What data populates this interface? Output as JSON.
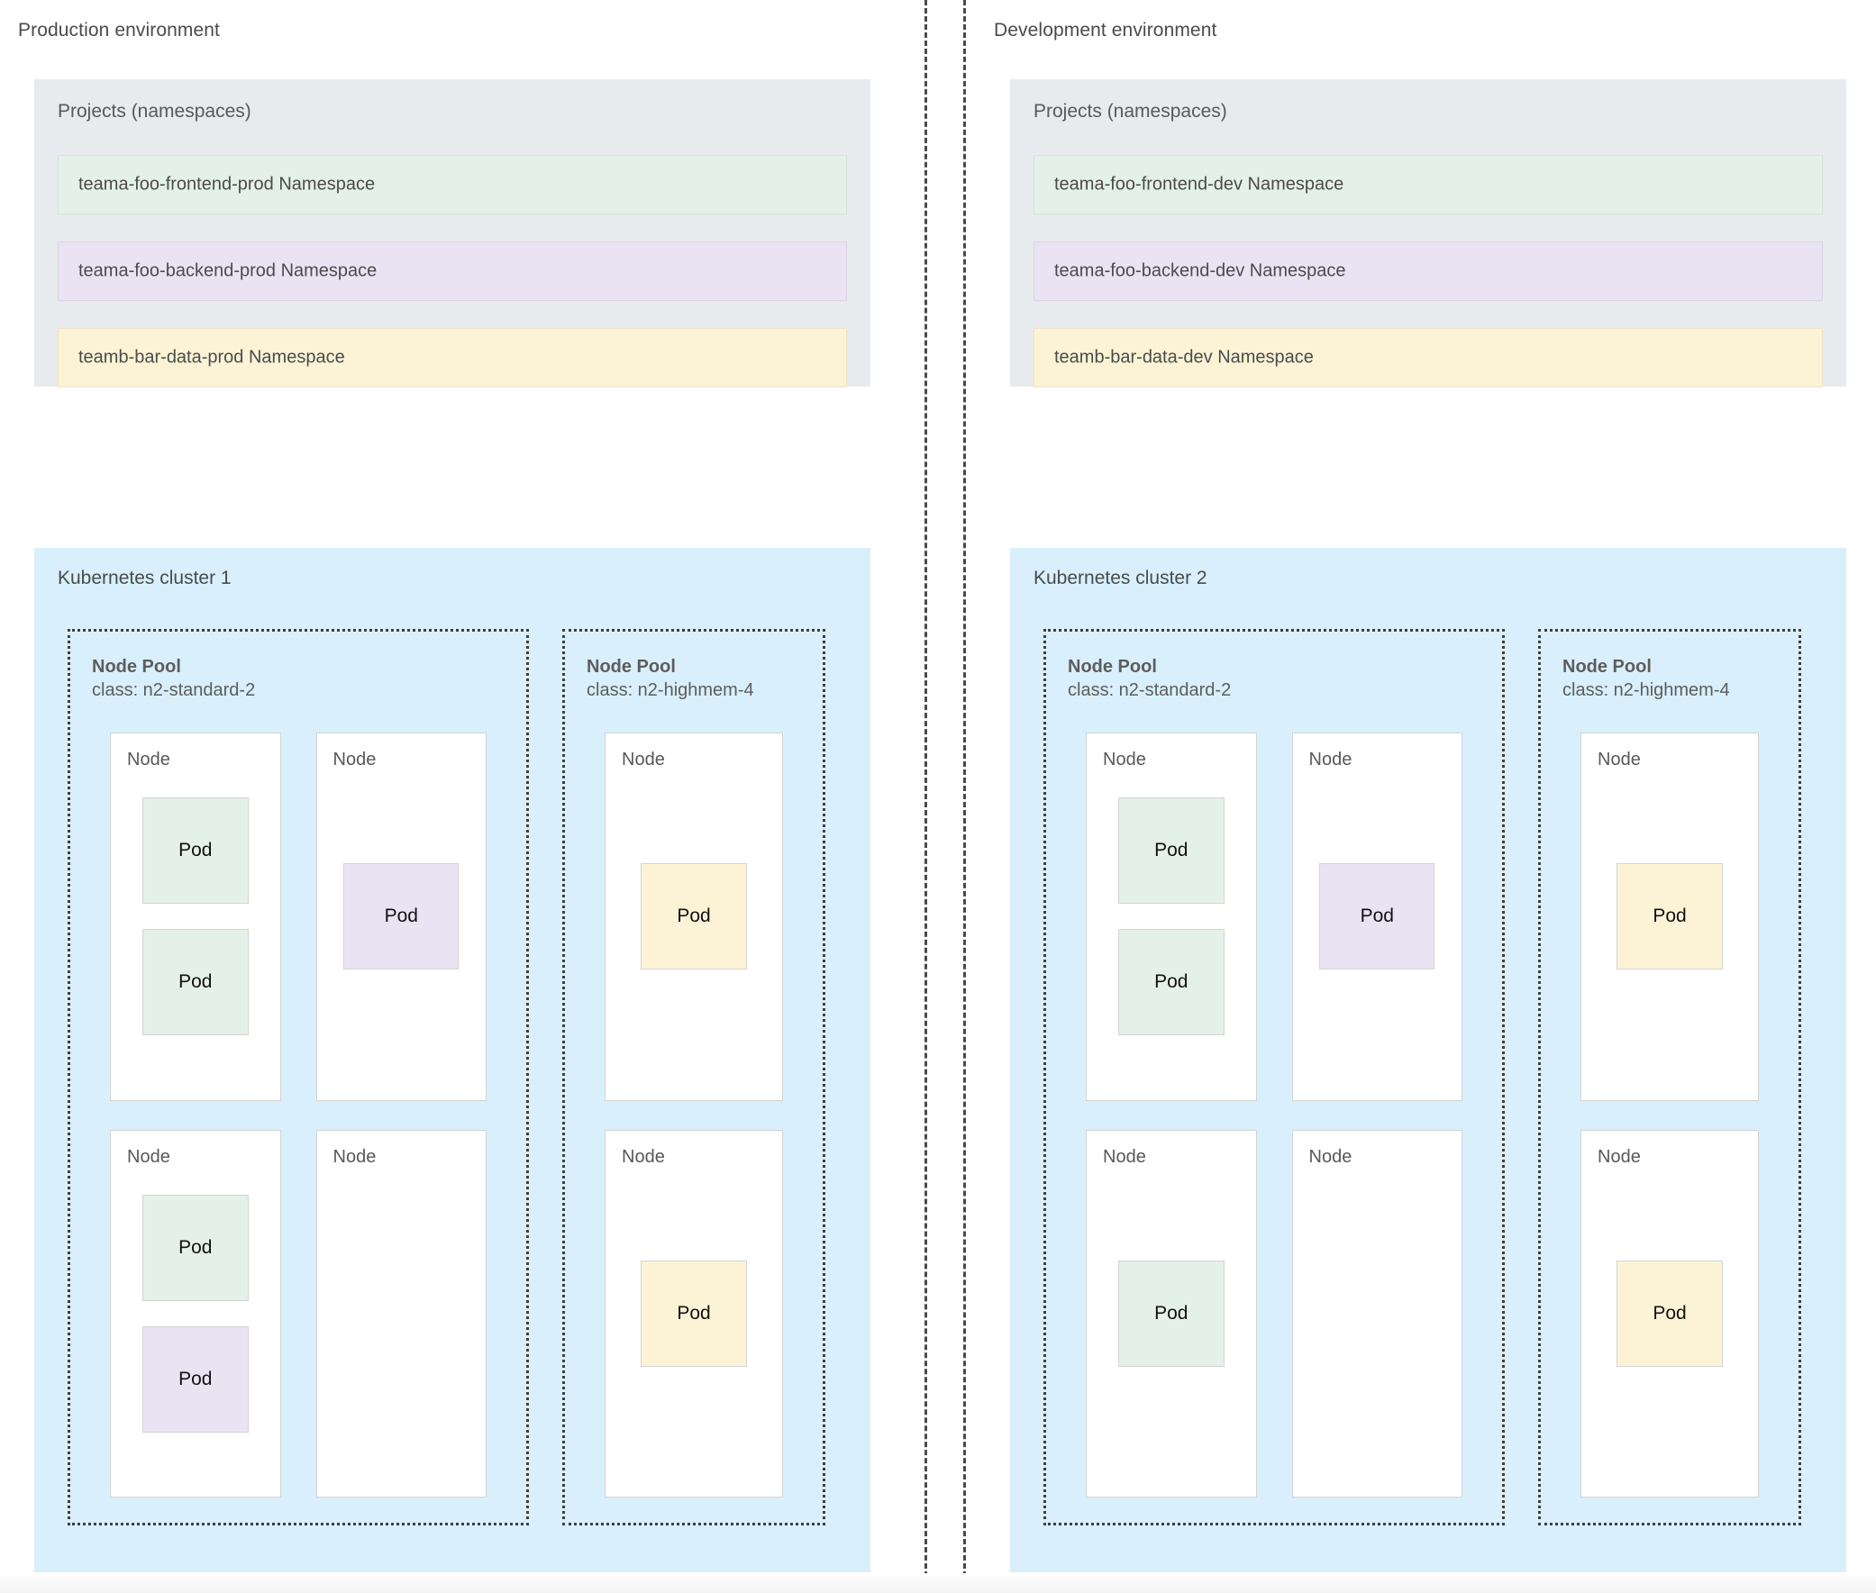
{
  "environments": [
    {
      "title": "Production environment",
      "projects": {
        "title": "Projects (namespaces)",
        "namespaces": [
          {
            "label": "teama-foo-frontend-prod Namespace",
            "color": "green"
          },
          {
            "label": "teama-foo-backend-prod Namespace",
            "color": "purple"
          },
          {
            "label": "teamb-bar-data-prod Namespace",
            "color": "yellow"
          }
        ]
      },
      "cluster": {
        "title": "Kubernetes cluster 1",
        "pools": [
          {
            "name": "Node Pool",
            "class": "class: n2-standard-2",
            "node_label": "Node",
            "rows": [
              [
                {
                  "pods": [
                    "green",
                    "green"
                  ]
                },
                {
                  "pods": [
                    "purple"
                  ]
                }
              ],
              [
                {
                  "pods": [
                    "green",
                    "purple"
                  ]
                },
                {
                  "pods": []
                }
              ]
            ]
          },
          {
            "name": "Node Pool",
            "class": "class: n2-highmem-4",
            "node_label": "Node",
            "rows": [
              [
                {
                  "pods": [
                    "yellow"
                  ]
                }
              ],
              [
                {
                  "pods": [
                    "yellow"
                  ]
                }
              ]
            ]
          }
        ]
      }
    },
    {
      "title": "Development environment",
      "projects": {
        "title": "Projects (namespaces)",
        "namespaces": [
          {
            "label": "teama-foo-frontend-dev Namespace",
            "color": "green"
          },
          {
            "label": "teama-foo-backend-dev Namespace",
            "color": "purple"
          },
          {
            "label": "teamb-bar-data-dev Namespace",
            "color": "yellow"
          }
        ]
      },
      "cluster": {
        "title": "Kubernetes cluster 2",
        "pools": [
          {
            "name": "Node Pool",
            "class": "class: n2-standard-2",
            "node_label": "Node",
            "rows": [
              [
                {
                  "pods": [
                    "green",
                    "green"
                  ]
                },
                {
                  "pods": [
                    "purple"
                  ]
                }
              ],
              [
                {
                  "pods": [
                    "green"
                  ]
                },
                {
                  "pods": []
                }
              ]
            ]
          },
          {
            "name": "Node Pool",
            "class": "class: n2-highmem-4",
            "node_label": "Node",
            "rows": [
              [
                {
                  "pods": [
                    "yellow"
                  ]
                }
              ],
              [
                {
                  "pods": [
                    "yellow"
                  ]
                }
              ]
            ]
          }
        ]
      }
    }
  ],
  "pod_label": "Pod",
  "colors": {
    "green": "#e4f1e8",
    "purple": "#eae3f3",
    "yellow": "#fcf3d7",
    "cluster_bg": "#d9effb",
    "projects_bg": "#e7ebed",
    "text": "#4b4b4b"
  }
}
